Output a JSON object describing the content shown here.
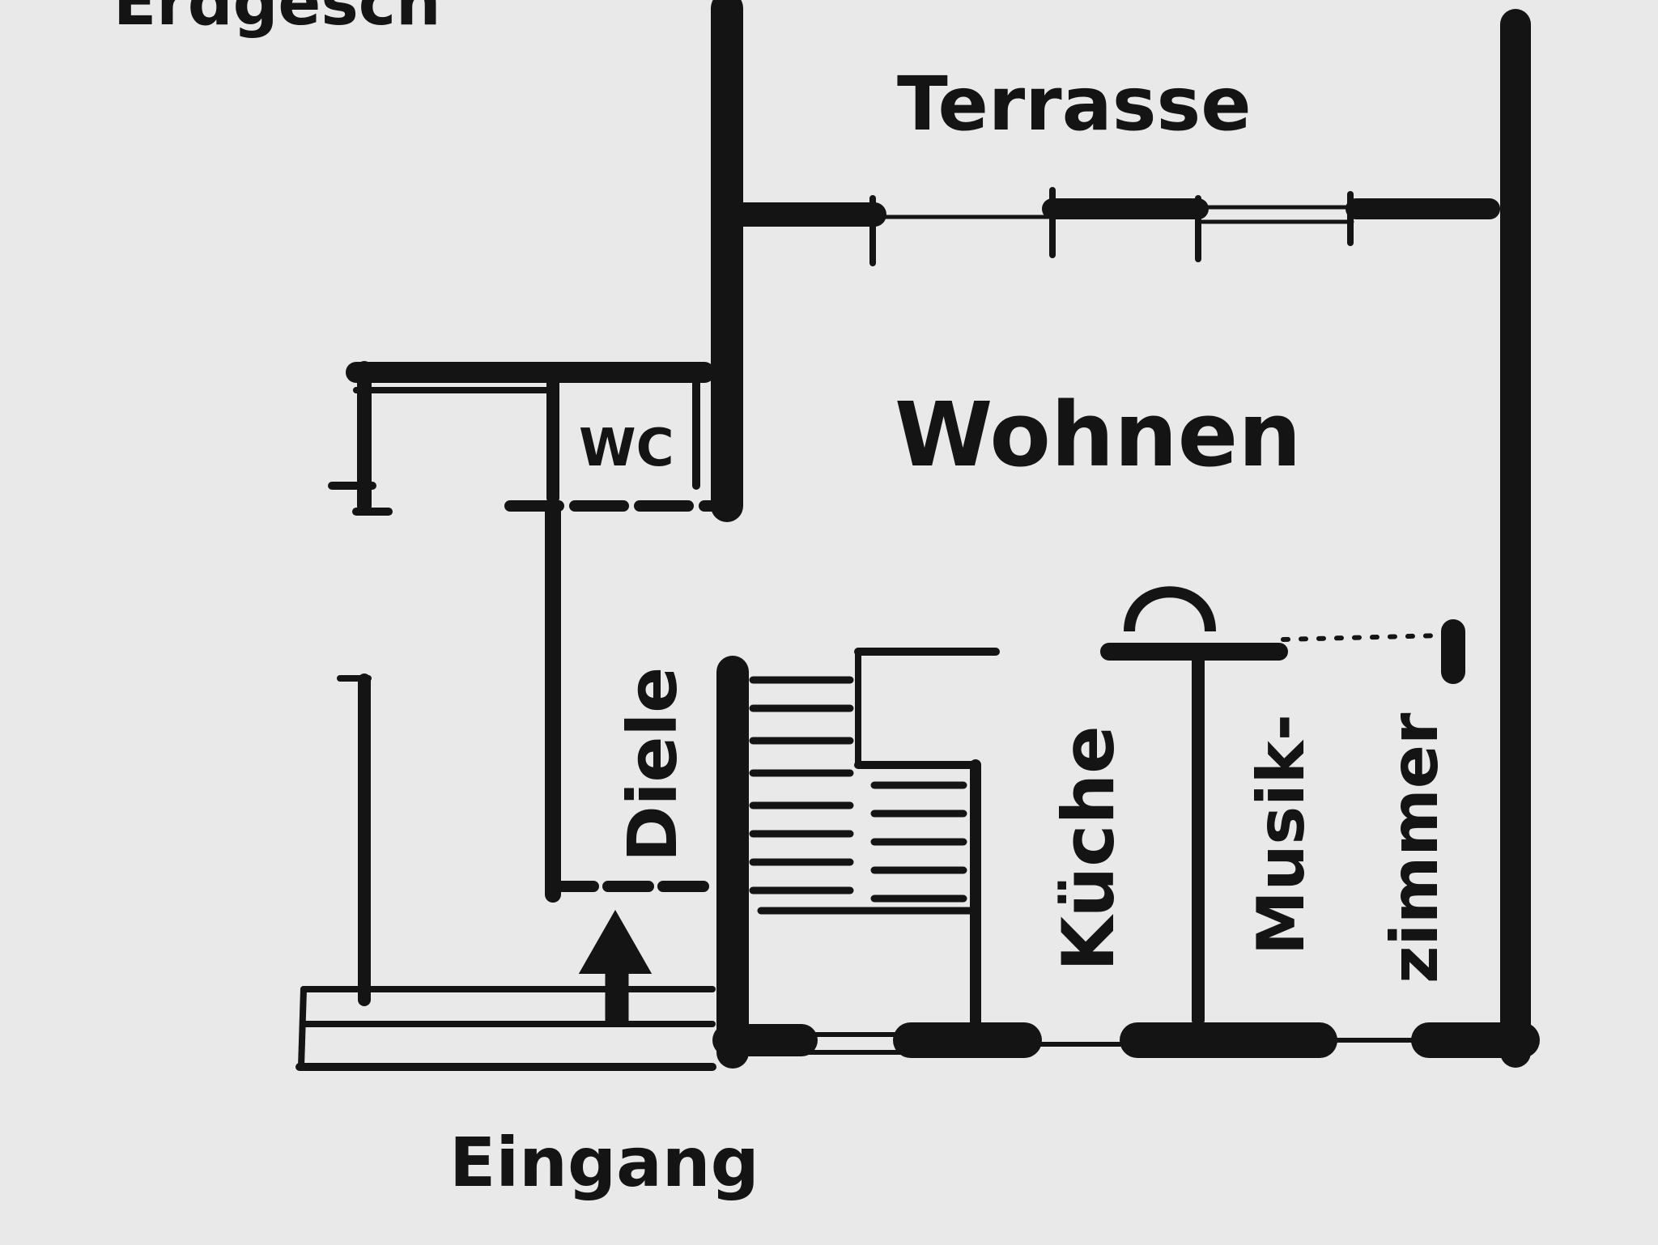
{
  "sheet": {
    "heading_partial": "Erdgesch",
    "colors": {
      "paper": "#e9e9ea",
      "ink": "#141414",
      "ink_light": "#444444"
    }
  },
  "rooms": {
    "terrace": "Terrasse",
    "living": "Wohnen",
    "wc": "WC",
    "hall": "Diele",
    "kitchen": "Küche",
    "music_room_line1": "Musik-",
    "music_room_line2": "zimmer"
  },
  "entrance": {
    "label": "Eingang",
    "arrow_icon": "arrow-up-icon"
  }
}
